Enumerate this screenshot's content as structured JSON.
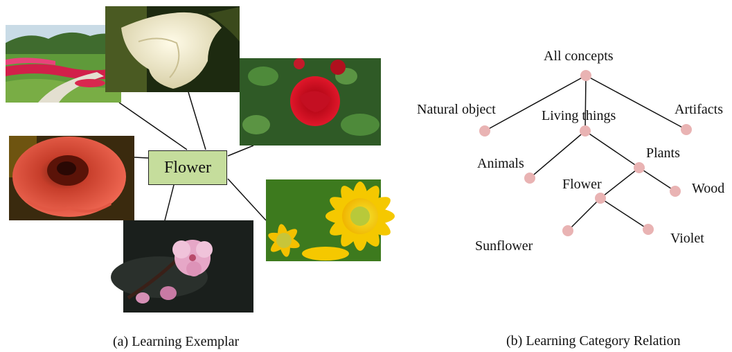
{
  "exemplar": {
    "center_label": "Flower",
    "caption": "(a) Learning Exemplar",
    "photos": [
      {
        "name": "garden-photo",
        "subject": "flower garden with path"
      },
      {
        "name": "white-trumpet-flower-photo",
        "subject": "white trumpet flower"
      },
      {
        "name": "red-rose-photo",
        "subject": "red rose"
      },
      {
        "name": "red-trumpet-flower-photo",
        "subject": "red trumpet flower"
      },
      {
        "name": "pink-blossom-photo",
        "subject": "pink blossom"
      },
      {
        "name": "sunflower-photo",
        "subject": "yellow sunflowers"
      }
    ]
  },
  "hierarchy": {
    "caption": "(b) Learning Category Relation",
    "node_color": "#e9b3b3",
    "nodes": {
      "root": "All concepts",
      "natural": "Natural object",
      "living": "Living  things",
      "artifacts": "Artifacts",
      "animals": "Animals",
      "plants": "Plants",
      "flower": "Flower",
      "wood": "Wood",
      "sunflower": "Sunflower",
      "violet": "Violet"
    }
  }
}
